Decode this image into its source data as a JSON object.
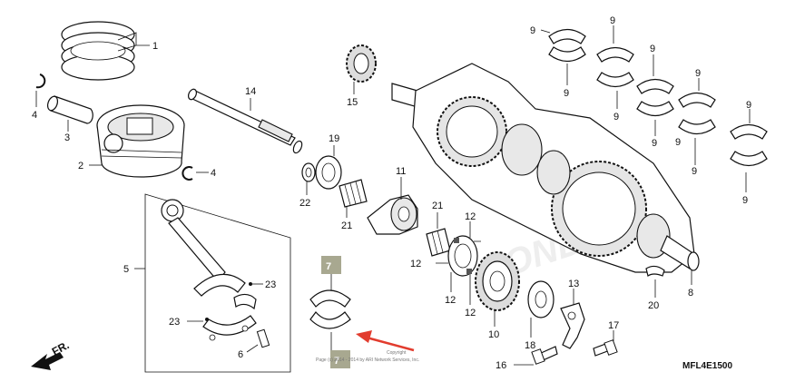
{
  "diagram": {
    "code": "MFL4E1500",
    "direction_label": "FR.",
    "copyright_line1": "Copyright",
    "copyright_line2": "Page (c) 2014 - 2014 by ARI Network Services, Inc.",
    "highlight_label_top": "7",
    "highlight_label_bottom": "7",
    "watermark": "HONDA",
    "callouts": {
      "c1": "1",
      "c2": "2",
      "c3": "3",
      "c4a": "4",
      "c4b": "4",
      "c5": "5",
      "c6": "6",
      "c8": "8",
      "c9a": "9",
      "c9b": "9",
      "c9c": "9",
      "c9d": "9",
      "c9e": "9",
      "c9f": "9",
      "c9g": "9",
      "c9h": "9",
      "c9i": "9",
      "c9j": "9",
      "c9k": "9",
      "c9l": "9",
      "c10": "10",
      "c11": "11",
      "c12a": "12",
      "c12b": "12",
      "c12c": "12",
      "c12d": "12",
      "c13": "13",
      "c14": "14",
      "c15": "15",
      "c16": "16",
      "c17": "17",
      "c18": "18",
      "c19": "19",
      "c20": "20",
      "c21a": "21",
      "c21b": "21",
      "c22": "22",
      "c23a": "23",
      "c23b": "23"
    }
  }
}
